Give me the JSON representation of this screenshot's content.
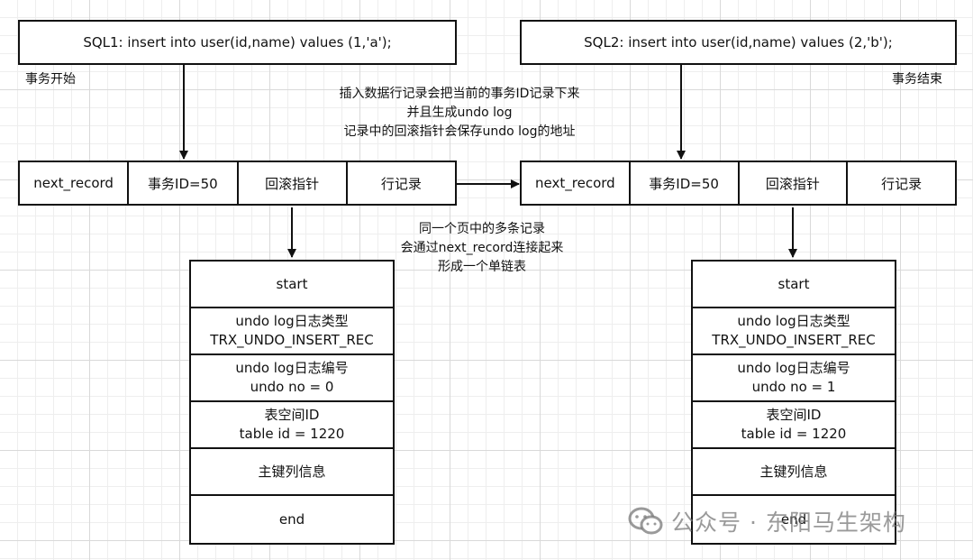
{
  "sql1": "SQL1: insert into user(id,name) values (1,'a');",
  "sql2": "SQL2: insert into user(id,name) values (2,'b');",
  "tx_start": "事务开始",
  "tx_end": "事务结束",
  "note_top": [
    "插入数据行记录会把当前的事务ID记录下来",
    "并且生成undo log",
    "记录中的回滚指针会保存undo log的地址"
  ],
  "note_mid": [
    "同一个页中的多条记录",
    "会通过next_record连接起来",
    "形成一个单链表"
  ],
  "record_left": [
    "next_record",
    "事务ID=50",
    "回滚指针",
    "行记录"
  ],
  "record_right": [
    "next_record",
    "事务ID=50",
    "回滚指针",
    "行记录"
  ],
  "undo_left": [
    [
      "start"
    ],
    [
      "undo log日志类型",
      "TRX_UNDO_INSERT_REC"
    ],
    [
      "undo log日志编号",
      "undo no = 0"
    ],
    [
      "表空间ID",
      "table id = 1220"
    ],
    [
      "主键列信息"
    ],
    [
      "end"
    ]
  ],
  "undo_right": [
    [
      "start"
    ],
    [
      "undo log日志类型",
      "TRX_UNDO_INSERT_REC"
    ],
    [
      "undo log日志编号",
      "undo no = 1"
    ],
    [
      "表空间ID",
      "table id = 1220"
    ],
    [
      "主键列信息"
    ],
    [
      "end"
    ]
  ],
  "watermark": "公众号 · 东阳马生架构",
  "colors": {
    "line": "#111111",
    "watermark": "#888888"
  }
}
